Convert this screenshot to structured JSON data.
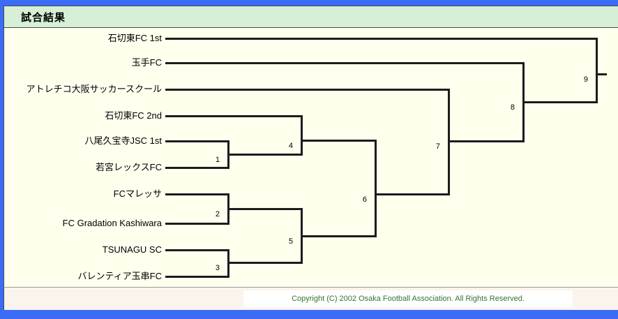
{
  "header": {
    "title": "試合結果"
  },
  "bracket": {
    "teams": [
      {
        "name": "石切東FC 1st"
      },
      {
        "name": "玉手FC"
      },
      {
        "name": "アトレチコ大阪サッカースクール"
      },
      {
        "name": "石切東FC 2nd"
      },
      {
        "name": "八尾久宝寺JSC 1st"
      },
      {
        "name": "若宮レックスFC"
      },
      {
        "name": "FCマレッサ"
      },
      {
        "name": "FC Gradation Kashiwara"
      },
      {
        "name": "TSUNAGU SC"
      },
      {
        "name": "バレンティア玉串FC"
      }
    ],
    "matches": [
      {
        "label": "1",
        "slot1": "八尾久宝寺JSC 1st",
        "slot2": "若宮レックスFC"
      },
      {
        "label": "2",
        "slot1": "FCマレッサ",
        "slot2": "FC Gradation Kashiwara"
      },
      {
        "label": "3",
        "slot1": "TSUNAGU SC",
        "slot2": "バレンティア玉串FC"
      },
      {
        "label": "4",
        "slot1": "石切東FC 2nd",
        "slot2": "winner-of-1"
      },
      {
        "label": "5",
        "slot1": "winner-of-2",
        "slot2": "winner-of-3"
      },
      {
        "label": "6",
        "slot1": "winner-of-4",
        "slot2": "winner-of-5"
      },
      {
        "label": "7",
        "slot1": "アトレチコ大阪サッカースクール",
        "slot2": "winner-of-6"
      },
      {
        "label": "8",
        "slot1": "玉手FC",
        "slot2": "winner-of-7"
      },
      {
        "label": "9",
        "slot1": "石切東FC 1st",
        "slot2": "winner-of-8"
      }
    ]
  },
  "footer": {
    "copyright": "Copyright (C) 2002 Osaka Football Association. All Rights Reserved."
  },
  "colors": {
    "page_border": "#3B6CF6",
    "header_bg": "#D6F0D6",
    "content_bg": "#FFFFEE",
    "footer_bg": "#FAF4EC",
    "copyright_color": "#337433",
    "line_color": "#1C1C1C"
  }
}
